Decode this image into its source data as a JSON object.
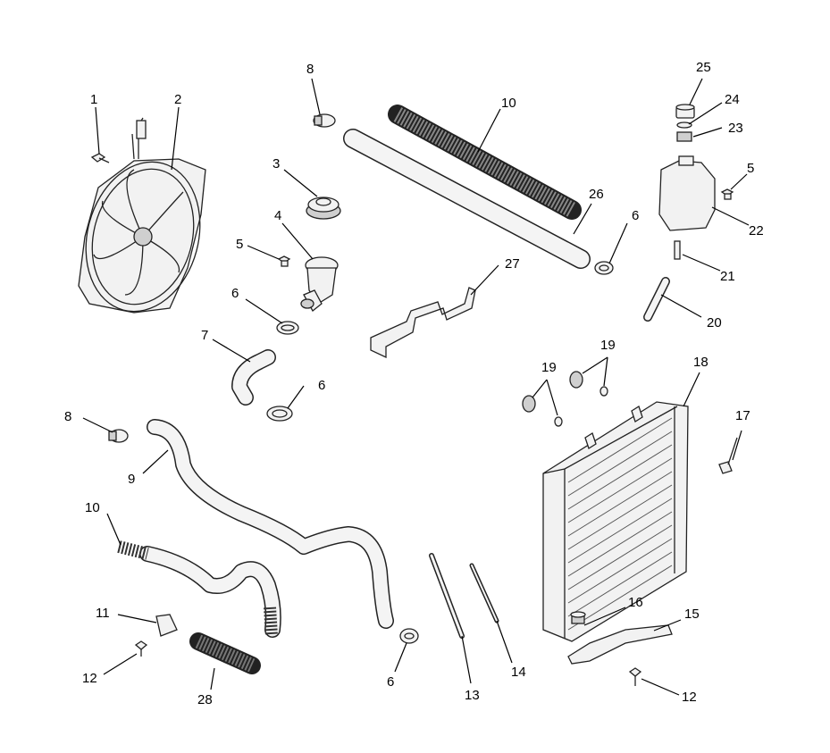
{
  "callouts": [
    "1",
    "2",
    "3",
    "4",
    "5",
    "5",
    "6",
    "6",
    "6",
    "6",
    "7",
    "8",
    "8",
    "9",
    "10",
    "10",
    "11",
    "12",
    "12",
    "13",
    "14",
    "15",
    "16",
    "17",
    "18",
    "19",
    "19",
    "20",
    "21",
    "22",
    "23",
    "24",
    "25",
    "26",
    "27",
    "28"
  ],
  "colors": {
    "line": "#000000",
    "part_fill": "#f2f2f2",
    "shade": "#cfcfcf",
    "background": "#ffffff"
  }
}
